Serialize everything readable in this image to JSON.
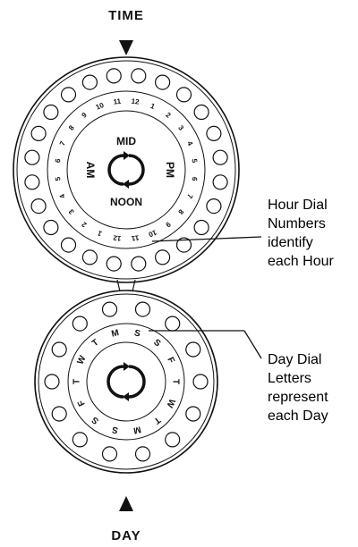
{
  "time_label": "TIME",
  "day_label": "DAY",
  "hour_dial": {
    "top_label": "MID",
    "bottom_label": "NOON",
    "left_label": "AM",
    "right_label": "PM",
    "numbers_clockwise_from_top": [
      "12",
      "11",
      "10",
      "9",
      "8",
      "7",
      "6",
      "5",
      "4",
      "3",
      "2",
      "1",
      "12",
      "11",
      "10",
      "9",
      "8",
      "7",
      "6",
      "5",
      "4",
      "3",
      "2",
      "1"
    ]
  },
  "day_dial": {
    "letters_clockwise_from_top": [
      "S",
      "M",
      "T",
      "W",
      "T",
      "F",
      "S",
      "S",
      "M",
      "T",
      "W",
      "T",
      "F",
      "S"
    ]
  },
  "callouts": {
    "hour": [
      "Hour Dial",
      "Numbers",
      "identify",
      "each Hour"
    ],
    "day": [
      "Day Dial",
      "Letters",
      "represent",
      "each Day"
    ]
  },
  "colors": {
    "ink": "#111111",
    "background": "#ffffff"
  },
  "icons": [
    "pointer-down-icon",
    "pointer-up-icon",
    "rotate-arrows-icon"
  ]
}
